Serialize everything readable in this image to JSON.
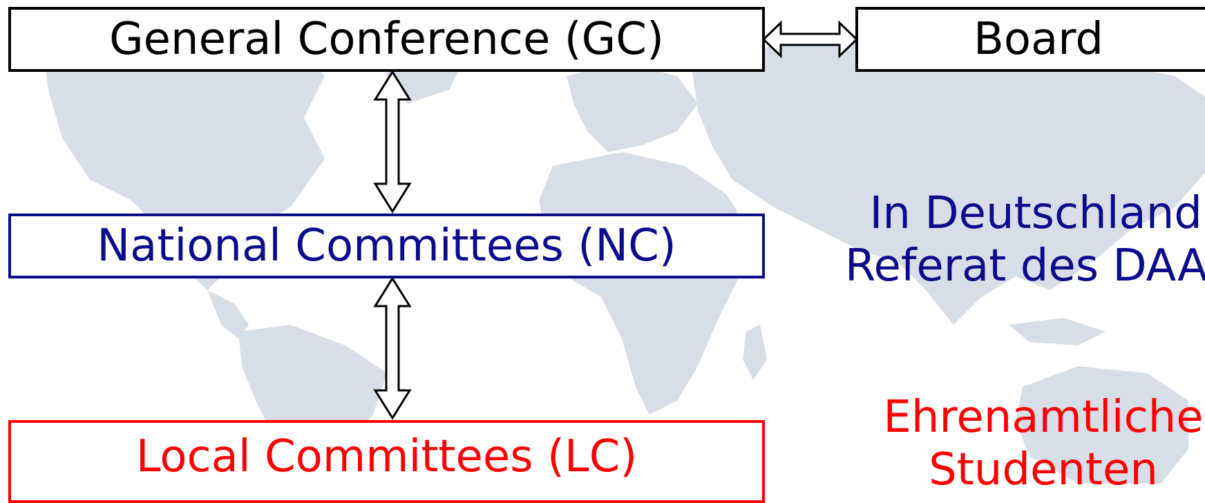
{
  "colors": {
    "background": "#ffffff",
    "map": "#d8dee8",
    "gc": "#000000",
    "nc": "#0b0b8c",
    "lc": "#ff0000",
    "arrow_fill": "#ffffff",
    "arrow_stroke": "#000000"
  },
  "boxes": {
    "gc": "General Conference (GC)",
    "board": "Board",
    "nc": "National Committees (NC)",
    "lc": "Local Committees (LC)"
  },
  "notes": {
    "germany": [
      "In Deutschland:",
      "Referat des DAAD"
    ],
    "volunteers": [
      "Ehrenamtliche",
      "Studenten"
    ]
  }
}
